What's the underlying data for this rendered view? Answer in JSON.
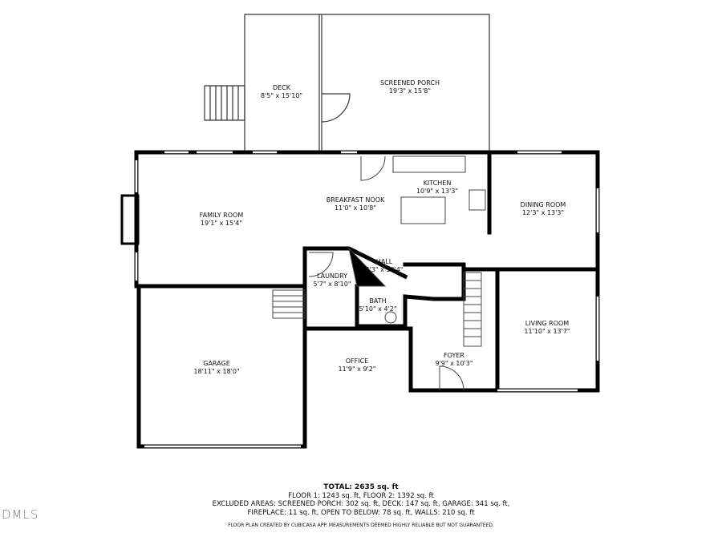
{
  "rooms": [
    {
      "name": "DECK",
      "size": "8'5\" x 15'10\""
    },
    {
      "name": "SCREENED PORCH",
      "size": "19'3\" x 15'8\""
    },
    {
      "name": "KITCHEN",
      "size": "10'9\" x 13'3\""
    },
    {
      "name": "BREAKFAST NOOK",
      "size": "11'0\" x 10'8\""
    },
    {
      "name": "FAMILY ROOM",
      "size": "19'1\" x 15'4\""
    },
    {
      "name": "DINING ROOM",
      "size": "12'3\" x 13'3\""
    },
    {
      "name": "HALL",
      "size": "4'3\" x 10'4\""
    },
    {
      "name": "LAUNDRY",
      "size": "5'7\" x 8'10\""
    },
    {
      "name": "BATH",
      "size": "5'10\" x 4'2\""
    },
    {
      "name": "LIVING ROOM",
      "size": "11'10\" x 13'7\""
    },
    {
      "name": "GARAGE",
      "size": "18'11\" x 18'0\""
    },
    {
      "name": "OFFICE",
      "size": "11'9\" x 9'2\""
    },
    {
      "name": "FOYER",
      "size": "9'9\" x 10'3\""
    }
  ],
  "summary": {
    "total": "TOTAL: 2635 sq. ft",
    "floors": "FLOOR 1: 1243 sq. ft, FLOOR 2: 1392 sq. ft",
    "excluded1": "EXCLUDED AREAS: SCREENED PORCH: 302 sq. ft, DECK: 147 sq. ft, GARAGE: 341 sq. ft,",
    "excluded2": "FIREPLACE: 11 sq. ft, OPEN TO BELOW: 78 sq. ft, WALLS: 210 sq. ft",
    "disclaimer": "FLOOR PLAN CREATED BY CUBICASA APP. MEASUREMENTS DEEMED HIGHLY RELIABLE BUT NOT GUARANTEED."
  },
  "logo": "DMLS",
  "colors": {
    "wall": "#000000",
    "line": "#333333",
    "background": "#ffffff"
  }
}
